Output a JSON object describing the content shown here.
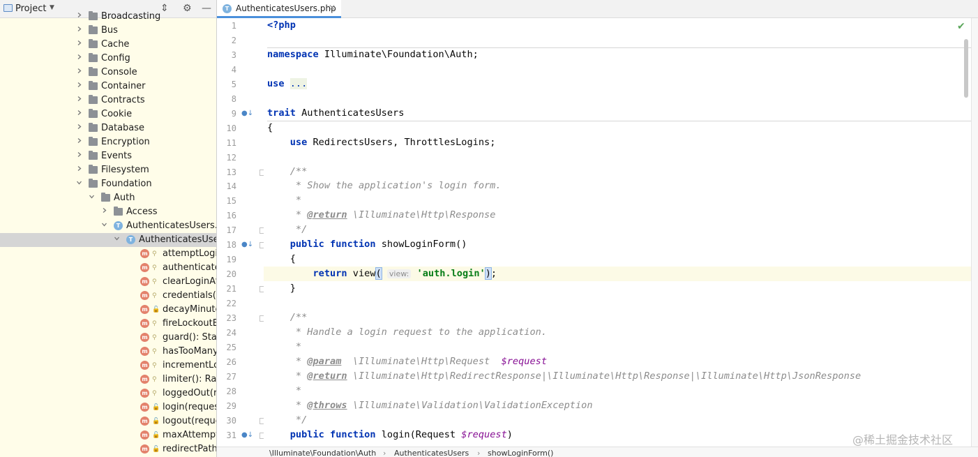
{
  "project_panel": {
    "title": "Project",
    "tree": [
      {
        "type": "folder",
        "label": "Broadcasting",
        "level": 0,
        "expanded": false
      },
      {
        "type": "folder",
        "label": "Bus",
        "level": 0,
        "expanded": false
      },
      {
        "type": "folder",
        "label": "Cache",
        "level": 0,
        "expanded": false
      },
      {
        "type": "folder",
        "label": "Config",
        "level": 0,
        "expanded": false
      },
      {
        "type": "folder",
        "label": "Console",
        "level": 0,
        "expanded": false
      },
      {
        "type": "folder",
        "label": "Container",
        "level": 0,
        "expanded": false
      },
      {
        "type": "folder",
        "label": "Contracts",
        "level": 0,
        "expanded": false
      },
      {
        "type": "folder",
        "label": "Cookie",
        "level": 0,
        "expanded": false
      },
      {
        "type": "folder",
        "label": "Database",
        "level": 0,
        "expanded": false
      },
      {
        "type": "folder",
        "label": "Encryption",
        "level": 0,
        "expanded": false
      },
      {
        "type": "folder",
        "label": "Events",
        "level": 0,
        "expanded": false
      },
      {
        "type": "folder",
        "label": "Filesystem",
        "level": 0,
        "expanded": false
      },
      {
        "type": "folder",
        "label": "Foundation",
        "level": 0,
        "expanded": true
      },
      {
        "type": "folder",
        "label": "Auth",
        "level": 1,
        "expanded": true
      },
      {
        "type": "folder",
        "label": "Access",
        "level": 2,
        "expanded": false
      },
      {
        "type": "file",
        "label": "AuthenticatesUsers.php",
        "level": 2,
        "expanded": true
      },
      {
        "type": "trait",
        "label": "AuthenticatesUsers",
        "level": 3,
        "expanded": true,
        "selected": true
      },
      {
        "type": "method",
        "label": "attemptLogin",
        "level": 4,
        "visibility": "protected"
      },
      {
        "type": "method",
        "label": "authenticated",
        "level": 4,
        "visibility": "protected"
      },
      {
        "type": "method",
        "label": "clearLoginAttempts",
        "level": 4,
        "visibility": "protected"
      },
      {
        "type": "method",
        "label": "credentials(request",
        "level": 4,
        "visibility": "protected"
      },
      {
        "type": "method",
        "label": "decayMinutes",
        "level": 4,
        "visibility": "public"
      },
      {
        "type": "method",
        "label": "fireLockoutEvent",
        "level": 4,
        "visibility": "protected"
      },
      {
        "type": "method",
        "label": "guard(): StatefulGuard",
        "level": 4,
        "visibility": "protected"
      },
      {
        "type": "method",
        "label": "hasTooManyLoginAttempts",
        "level": 4,
        "visibility": "protected"
      },
      {
        "type": "method",
        "label": "incrementLoginAttempts",
        "level": 4,
        "visibility": "protected"
      },
      {
        "type": "method",
        "label": "limiter(): RateLimiter",
        "level": 4,
        "visibility": "protected"
      },
      {
        "type": "method",
        "label": "loggedOut(request",
        "level": 4,
        "visibility": "protected"
      },
      {
        "type": "method",
        "label": "login(request",
        "level": 4,
        "visibility": "public"
      },
      {
        "type": "method",
        "label": "logout(request",
        "level": 4,
        "visibility": "public"
      },
      {
        "type": "method",
        "label": "maxAttempts",
        "level": 4,
        "visibility": "public"
      },
      {
        "type": "method",
        "label": "redirectPath",
        "level": 4,
        "visibility": "public"
      }
    ]
  },
  "editor": {
    "tab_label": "AuthenticatesUsers.php",
    "caret_line": 20,
    "lines": [
      {
        "n": "1",
        "tokens": [
          {
            "c": "kw",
            "t": "<?php"
          }
        ]
      },
      {
        "n": "2",
        "tokens": []
      },
      {
        "n": "3",
        "tokens": [
          {
            "c": "kw",
            "t": "namespace"
          },
          {
            "c": "",
            "t": " Illuminate\\Foundation\\Auth;"
          }
        ]
      },
      {
        "n": "4",
        "tokens": []
      },
      {
        "n": "5",
        "tokens": [
          {
            "c": "kw",
            "t": "use"
          },
          {
            "c": "",
            "t": " "
          },
          {
            "c": "fold-dots",
            "t": "..."
          }
        ]
      },
      {
        "n": "8",
        "tokens": []
      },
      {
        "n": "9",
        "tokens": [
          {
            "c": "kw",
            "t": "trait"
          },
          {
            "c": "",
            "t": " AuthenticatesUsers"
          }
        ]
      },
      {
        "n": "10",
        "tokens": [
          {
            "c": "",
            "t": "{"
          }
        ]
      },
      {
        "n": "11",
        "tokens": [
          {
            "c": "",
            "t": "    "
          },
          {
            "c": "kw",
            "t": "use"
          },
          {
            "c": "",
            "t": " RedirectsUsers, ThrottlesLogins;"
          }
        ]
      },
      {
        "n": "12",
        "tokens": []
      },
      {
        "n": "13",
        "tokens": [
          {
            "c": "",
            "t": "    "
          },
          {
            "c": "cm",
            "t": "/**"
          }
        ]
      },
      {
        "n": "14",
        "tokens": [
          {
            "c": "",
            "t": "     "
          },
          {
            "c": "cm",
            "t": "* Show the application's login form."
          }
        ]
      },
      {
        "n": "15",
        "tokens": [
          {
            "c": "",
            "t": "     "
          },
          {
            "c": "cm",
            "t": "*"
          }
        ]
      },
      {
        "n": "16",
        "tokens": [
          {
            "c": "",
            "t": "     "
          },
          {
            "c": "cm",
            "t": "* "
          },
          {
            "c": "doc-tag",
            "t": "@return"
          },
          {
            "c": "cm",
            "t": " \\Illuminate\\Http\\Response"
          }
        ]
      },
      {
        "n": "17",
        "tokens": [
          {
            "c": "",
            "t": "     "
          },
          {
            "c": "cm",
            "t": "*/"
          }
        ]
      },
      {
        "n": "18",
        "tokens": [
          {
            "c": "",
            "t": "    "
          },
          {
            "c": "kw",
            "t": "public function"
          },
          {
            "c": "",
            "t": " showLoginForm()"
          }
        ]
      },
      {
        "n": "19",
        "tokens": [
          {
            "c": "",
            "t": "    {"
          }
        ]
      },
      {
        "n": "20",
        "tokens": [
          {
            "c": "",
            "t": "        "
          },
          {
            "c": "kw",
            "t": "return"
          },
          {
            "c": "",
            "t": " view"
          },
          {
            "c": "brace",
            "t": "("
          },
          {
            "c": "",
            "t": " "
          },
          {
            "c": "hint",
            "t": "view:"
          },
          {
            "c": "",
            "t": " "
          },
          {
            "c": "str",
            "t": "'auth.login'"
          },
          {
            "c": "brace",
            "t": ")"
          },
          {
            "c": "",
            "t": ";"
          }
        ]
      },
      {
        "n": "21",
        "tokens": [
          {
            "c": "",
            "t": "    }"
          }
        ]
      },
      {
        "n": "22",
        "tokens": []
      },
      {
        "n": "23",
        "tokens": [
          {
            "c": "",
            "t": "    "
          },
          {
            "c": "cm",
            "t": "/**"
          }
        ]
      },
      {
        "n": "24",
        "tokens": [
          {
            "c": "",
            "t": "     "
          },
          {
            "c": "cm",
            "t": "* Handle a login request to the application."
          }
        ]
      },
      {
        "n": "25",
        "tokens": [
          {
            "c": "",
            "t": "     "
          },
          {
            "c": "cm",
            "t": "*"
          }
        ]
      },
      {
        "n": "26",
        "tokens": [
          {
            "c": "",
            "t": "     "
          },
          {
            "c": "cm",
            "t": "* "
          },
          {
            "c": "doc-tag",
            "t": "@param"
          },
          {
            "c": "cm",
            "t": "  \\Illuminate\\Http\\Request  "
          },
          {
            "c": "var",
            "t": "$request"
          }
        ]
      },
      {
        "n": "27",
        "tokens": [
          {
            "c": "",
            "t": "     "
          },
          {
            "c": "cm",
            "t": "* "
          },
          {
            "c": "doc-tag",
            "t": "@return"
          },
          {
            "c": "cm",
            "t": " \\Illuminate\\Http\\RedirectResponse|\\Illuminate\\Http\\Response|\\Illuminate\\Http\\JsonResponse"
          }
        ]
      },
      {
        "n": "28",
        "tokens": [
          {
            "c": "",
            "t": "     "
          },
          {
            "c": "cm",
            "t": "*"
          }
        ]
      },
      {
        "n": "29",
        "tokens": [
          {
            "c": "",
            "t": "     "
          },
          {
            "c": "cm",
            "t": "* "
          },
          {
            "c": "doc-tag",
            "t": "@throws"
          },
          {
            "c": "cm",
            "t": " \\Illuminate\\Validation\\ValidationException"
          }
        ]
      },
      {
        "n": "30",
        "tokens": [
          {
            "c": "",
            "t": "     "
          },
          {
            "c": "cm",
            "t": "*/"
          }
        ]
      },
      {
        "n": "31",
        "tokens": [
          {
            "c": "",
            "t": "    "
          },
          {
            "c": "kw",
            "t": "public function"
          },
          {
            "c": "",
            "t": " login(Request "
          },
          {
            "c": "var",
            "t": "$request"
          },
          {
            "c": "",
            "t": ")"
          }
        ]
      }
    ],
    "gutter_override_lines": [
      "9",
      "18",
      "31"
    ],
    "fold_lines": [
      "13",
      "17",
      "18",
      "21",
      "23",
      "30",
      "31"
    ]
  },
  "breadcrumb": [
    "\\Illuminate\\Foundation\\Auth",
    "AuthenticatesUsers",
    "showLoginForm()"
  ],
  "watermark": "@稀土掘金技术社区",
  "colors": {
    "keyword": "#0033b3",
    "comment": "#8c8c8c",
    "string": "#067d17",
    "variable": "#871094",
    "selection": "#d5d5d5",
    "project_bg": "#fffde9"
  }
}
